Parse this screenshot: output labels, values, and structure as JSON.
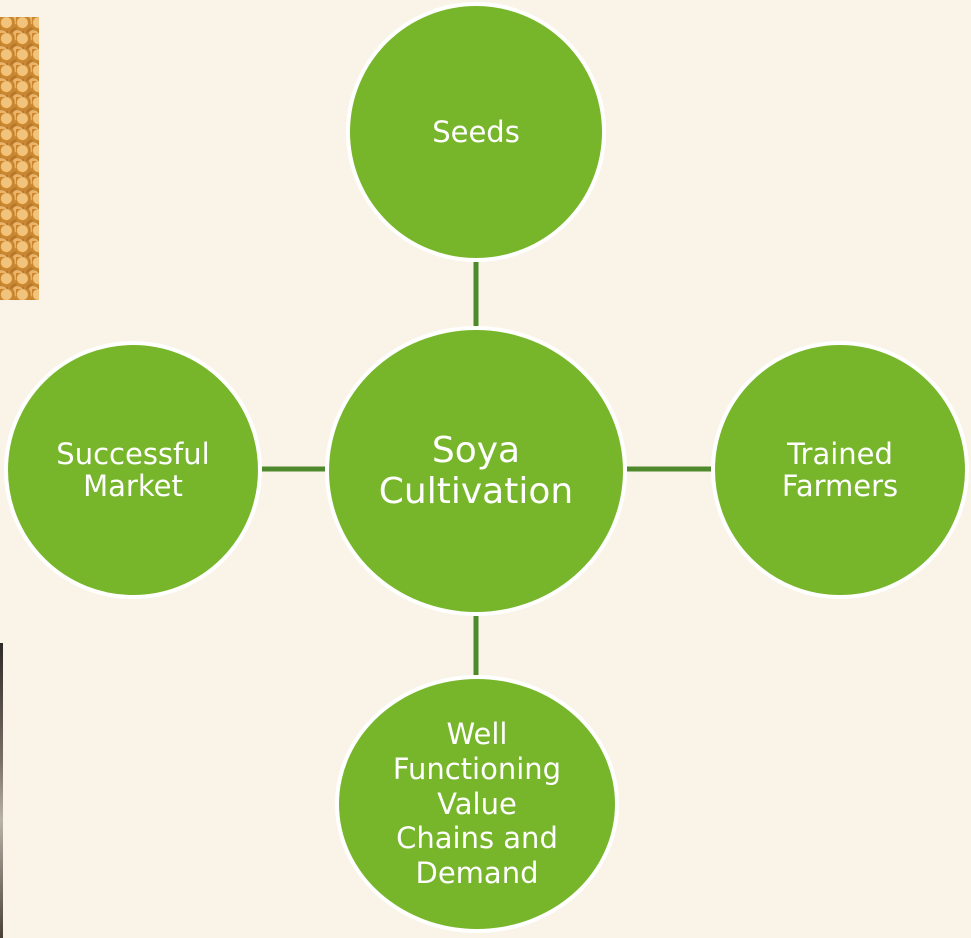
{
  "diagram": {
    "center": {
      "label": "Soya\nCultivation"
    },
    "nodes": {
      "top": {
        "label": "Seeds"
      },
      "left": {
        "label": "Successful\nMarket"
      },
      "right": {
        "label": "Trained\nFarmers"
      },
      "bottom": {
        "label": "Well\nFunctioning\nValue\nChains and\nDemand"
      }
    }
  },
  "colors": {
    "background": "#faf4e8",
    "node_fill": "#77b62b",
    "node_border": "#ffffff",
    "connector": "#4e8a2b",
    "text": "#ffffff"
  }
}
